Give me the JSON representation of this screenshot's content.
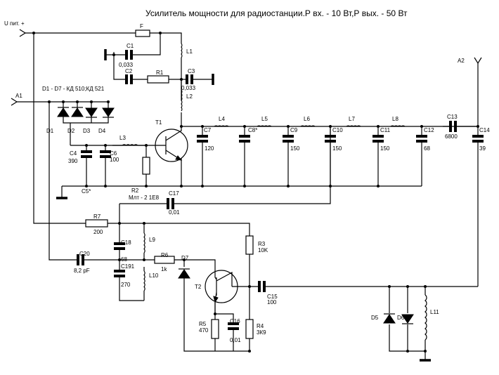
{
  "title": "Усилитель мощности для радиостанции.Р вх. - 10 Вт,Р вых. - 50 Вт",
  "labels": {
    "u_supply": "U пит. +",
    "a1": "A1",
    "a2": "A2",
    "diodes_note": "D1 - D7 - КД 510;КД 521",
    "F": "F",
    "C1": "C1",
    "C1v": "0,033",
    "C2": "C2",
    "R1": "R1",
    "C3": "C3",
    "C3v": "0,033",
    "L1": "L1",
    "L2": "L2",
    "D1": "D1",
    "D2": "D2",
    "D3": "D3",
    "D4": "D4",
    "C4": "C4",
    "C4v": "390",
    "C6": "C6",
    "C6v": "100",
    "C5s": "C5*",
    "L3": "L3",
    "T1": "T1",
    "R2": "R2",
    "R2v": "Млт - 2  1E8",
    "C7": "C7",
    "C7v": "120",
    "C8s": "C8*",
    "C9": "C9",
    "C9v": "150",
    "C10": "C10",
    "C10v": "150",
    "C11": "C11",
    "C11v": "150",
    "C12": "C12",
    "C12v": "68",
    "C13": "C13",
    "C13v": "6800",
    "C14": "C14",
    "C14v": "39",
    "L4": "L4",
    "L5": "L5",
    "L6": "L6",
    "L7": "L7",
    "L8": "L8",
    "C17": "C17",
    "C17v": "0,01",
    "R7": "R7",
    "R7v": "200",
    "L9": "L9",
    "C18": "C18",
    "C18v": "68",
    "C191": "C191",
    "C191v": "270",
    "L10": "L10",
    "C20": "C20",
    "C20v": "8,2 pF",
    "R6": "R6",
    "R6v": "1k",
    "D7": "D7",
    "R3": "R3",
    "R3v": "10K",
    "T2": "T2",
    "C15": "C15",
    "C15v": "100",
    "R5": "R5",
    "R5v": "470",
    "C16": "C16",
    "C16v": "0,01",
    "R4": "R4",
    "R4v": "3К9",
    "D5": "D5",
    "D6": "D6",
    "L11": "L11"
  }
}
